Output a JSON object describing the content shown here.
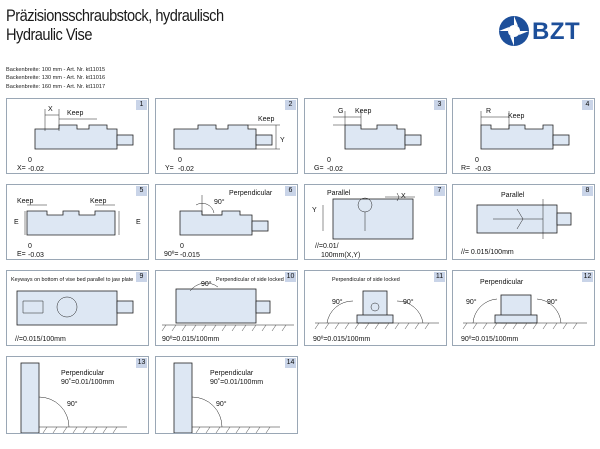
{
  "header": {
    "title_de": "Präzisionsschraubstock, hydraulisch",
    "title_en": "Hydraulic Vise",
    "logo_text": "BZT",
    "art_lines": [
      "Backenbreite: 100 mm - Art. Nr. kt11015",
      "Backenbreite: 130 mm - Art. Nr. kt11016",
      "Backenbreite: 160 mm - Art. Nr. kt11017"
    ]
  },
  "colors": {
    "accent": "#1d4f9a",
    "vise_fill": "#dde7f3",
    "number_badge": "#c9d4e8",
    "panel_border": "#9aa7b5"
  },
  "panels": [
    {
      "num": "1",
      "labels": [
        "X",
        "Keep"
      ],
      "value_prefix": "X=",
      "value_top": "0",
      "value_bottom": "-0.02"
    },
    {
      "num": "2",
      "labels": [
        "Keep",
        "Y"
      ],
      "value_prefix": "Y=",
      "value_top": "0",
      "value_bottom": "-0.02"
    },
    {
      "num": "3",
      "labels": [
        "G",
        "Keep"
      ],
      "value_prefix": "G=",
      "value_top": "0",
      "value_bottom": "-0.02"
    },
    {
      "num": "4",
      "labels": [
        "R",
        "Keep"
      ],
      "value_prefix": "R=",
      "value_top": "0",
      "value_bottom": "-0.03"
    },
    {
      "num": "5",
      "labels": [
        "Keep",
        "Keep",
        "E",
        "E"
      ],
      "value_prefix": "E=",
      "value_top": "0",
      "value_bottom": "-0.03"
    },
    {
      "num": "6",
      "labels": [
        "Perpendicular",
        "90°"
      ],
      "value_prefix": "90º=",
      "value_top": "0",
      "value_bottom": "-0.015"
    },
    {
      "num": "7",
      "labels": [
        "Parallel",
        "X",
        "Y"
      ],
      "value_line1": "//=0.01/",
      "value_line2": "100mm(X,Y)"
    },
    {
      "num": "8",
      "labels": [
        "Parallel"
      ],
      "value_text": "//= 0.015/100mm"
    },
    {
      "num": "9",
      "labels": [
        "Keyways on bottom of vise bed parallel to jaw plate"
      ],
      "value_text": "//=0.015/100mm"
    },
    {
      "num": "10",
      "labels": [
        "Perpendicular of side locked",
        "90°"
      ],
      "value_text": "90º=0.015/100mm"
    },
    {
      "num": "11",
      "labels": [
        "Perpendicular of side locked",
        "90°",
        "90°"
      ],
      "value_text": "90º=0.015/100mm"
    },
    {
      "num": "12",
      "labels": [
        "Perpendicular",
        "90°",
        "90°"
      ],
      "value_text": "90º=0.015/100mm"
    },
    {
      "num": "13",
      "labels": [
        "Perpendicular",
        "90˚=0.01/100mm",
        "90°"
      ]
    },
    {
      "num": "14",
      "labels": [
        "Perpendicular",
        "90˚=0.01/100mm",
        "90°"
      ]
    }
  ]
}
